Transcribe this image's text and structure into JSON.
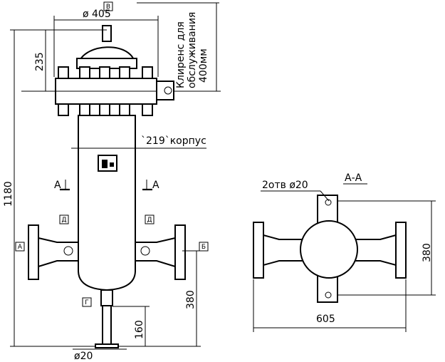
{
  "dimensions": {
    "top_diameter": "ø 405",
    "top_height": "235",
    "total_height": "1180",
    "body_label": "`219`корпус",
    "bottom_offset": "380",
    "drain_height": "160",
    "drain_diameter": "ø20",
    "side_height": "380",
    "side_width": "605"
  },
  "clearance_note": {
    "line1": "Клиренс для",
    "line2": "обслуживания",
    "line3": "400мм"
  },
  "port_labels": {
    "top": "В",
    "left": "А",
    "right": "Б",
    "bottom": "Г",
    "nozzle_left": "Д",
    "nozzle_right": "Д"
  },
  "section": {
    "marker_left": "А",
    "marker_right": "А",
    "title": "А-А",
    "holes_note": "2отв ø20"
  }
}
